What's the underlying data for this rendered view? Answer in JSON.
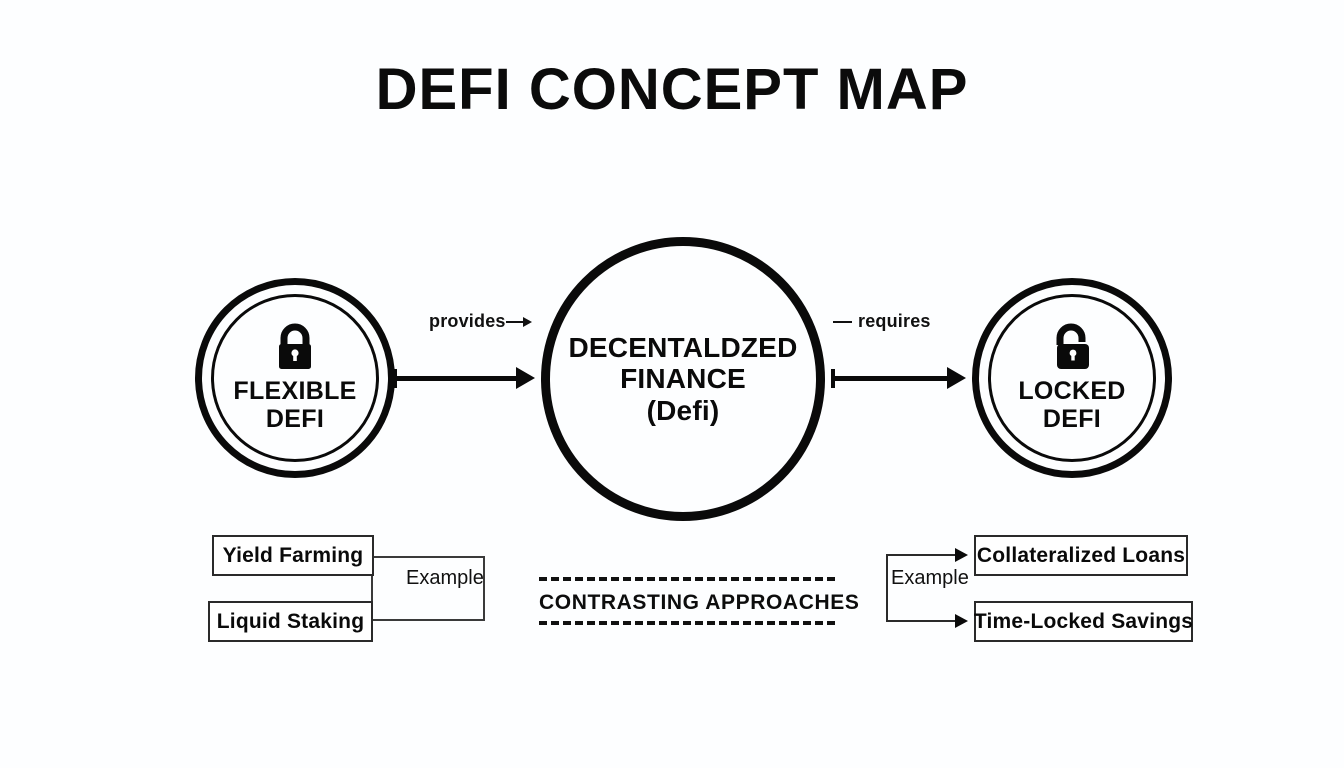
{
  "title": "DEFI CONCEPT MAP",
  "nodes": {
    "left": {
      "icon": "closed-padlock-icon",
      "line1": "FLEXIBLE",
      "line2": "DEFI"
    },
    "center": {
      "line1": "DECENTALDZED",
      "line2": "FINANCE",
      "line3": "(Defi)"
    },
    "right": {
      "icon": "open-padlock-icon",
      "line1": "LOCKED",
      "line2": "DEFI"
    }
  },
  "edges": {
    "left_to_center_label": "provides",
    "center_to_right_label": "requires"
  },
  "left_group": {
    "bracket_label": "Example",
    "items": [
      "Yield Farming",
      "Liquid Staking"
    ]
  },
  "right_group": {
    "bracket_label": "Example",
    "items": [
      "Collateralized Loans",
      "Time-Locked Savings"
    ]
  },
  "contrast_band": {
    "text": "CONTRASTING APPROACHES"
  },
  "colors": {
    "ink": "#0a0a0a",
    "background": "#fdfeff",
    "box_border": "#2a2a2a"
  }
}
